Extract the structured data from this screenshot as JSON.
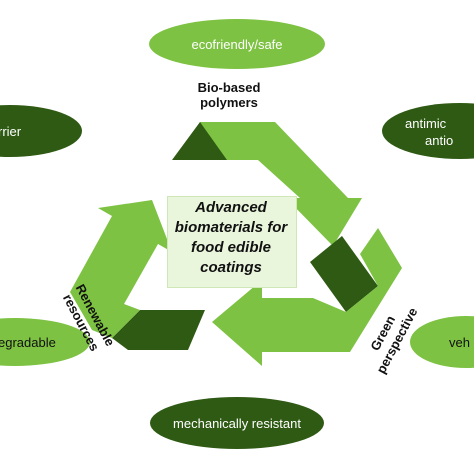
{
  "colors": {
    "light_green": "#7dc242",
    "dark_green": "#2f5a14",
    "center_fill": "#e9f6dc"
  },
  "center": {
    "lines": [
      "Advanced",
      "biomaterials for",
      "food edible",
      "coatings"
    ]
  },
  "labels": {
    "top": [
      "Bio-based",
      "polymers"
    ],
    "left": [
      "Renewable",
      "resources"
    ],
    "right": [
      "Green",
      "perspective"
    ]
  },
  "ellipses": {
    "top": "ecofriendly/safe",
    "left_top": "rrier",
    "right_top_line1": "antimic",
    "right_top_line2": "antio",
    "left_bottom": "egradable",
    "right_bottom": "veh",
    "bottom": "mechanically resistant"
  }
}
